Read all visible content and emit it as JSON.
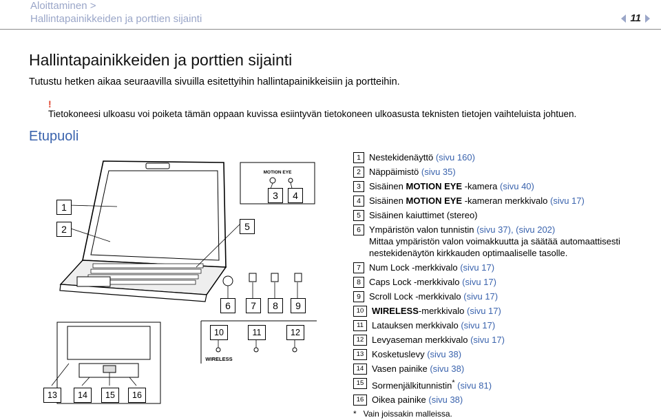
{
  "header": {
    "crumb_line1": "Aloittaminen >",
    "crumb_line2": "Hallintapainikkeiden ja porttien sijainti",
    "page_number": "11",
    "accent": "#9aa6c8"
  },
  "main": {
    "title": "Hallintapainikkeiden ja porttien sijainti",
    "intro": "Tutustu hetken aikaa seuraavilla sivuilla esitettyihin hallintapainikkeisiin ja portteihin.",
    "warning_mark": "!",
    "warning": "Tietokoneesi ulkoasu voi poiketa tämän oppaan kuvissa esiintyvän tietokoneen ulkoasusta teknisten tietojen vaihteluista johtuen.",
    "section": "Etupuoli",
    "section_color": "#3a63ad"
  },
  "figure": {
    "callouts": [
      "1",
      "2",
      "3",
      "4",
      "5",
      "6",
      "7",
      "8",
      "9",
      "10",
      "11",
      "12",
      "13",
      "14",
      "15",
      "16"
    ],
    "motion_eye_label": "MOTION EYE",
    "wireless_label": "WIRELESS"
  },
  "items": [
    {
      "num": "1",
      "text": "Nestekidenäyttö ",
      "ref": "(sivu 160)"
    },
    {
      "num": "2",
      "text": "Näppäimistö ",
      "ref": "(sivu 35)"
    },
    {
      "num": "3",
      "pre": "Sisäinen ",
      "bold": "MOTION EYE",
      "text": " -kamera ",
      "ref": "(sivu 40)"
    },
    {
      "num": "4",
      "pre": "Sisäinen ",
      "bold": "MOTION EYE",
      "text": " -kameran merkkivalo ",
      "ref": "(sivu 17)"
    },
    {
      "num": "5",
      "text": "Sisäinen kaiuttimet (stereo)"
    },
    {
      "num": "6",
      "text": "Ympäristön valon tunnistin ",
      "ref": "(sivu 37), (sivu 202)",
      "desc": "Mittaa ympäristön valon voimakkuutta ja säätää automaattisesti nestekidenäytön kirkkauden optimaaliselle tasolle."
    },
    {
      "num": "7",
      "text": "Num Lock -merkkivalo ",
      "ref": "(sivu 17)"
    },
    {
      "num": "8",
      "text": "Caps Lock -merkkivalo ",
      "ref": "(sivu 17)"
    },
    {
      "num": "9",
      "text": "Scroll Lock -merkkivalo ",
      "ref": "(sivu 17)"
    },
    {
      "num": "10",
      "bold": "WIRELESS",
      "text": "-merkkivalo ",
      "ref": "(sivu 17)"
    },
    {
      "num": "11",
      "text": "Latauksen merkkivalo ",
      "ref": "(sivu 17)"
    },
    {
      "num": "12",
      "text": "Levyaseman merkkivalo ",
      "ref": "(sivu 17)"
    },
    {
      "num": "13",
      "text": "Kosketuslevy ",
      "ref": "(sivu 38)"
    },
    {
      "num": "14",
      "text": "Vasen painike ",
      "ref": "(sivu 38)"
    },
    {
      "num": "15",
      "text": "Sormenjälkitunnistin",
      "sup": "*",
      "ref": " (sivu 81)"
    },
    {
      "num": "16",
      "text": "Oikea painike ",
      "ref": "(sivu 38)"
    }
  ],
  "footnote": {
    "star": "*",
    "text": "Vain joissakin malleissa."
  }
}
